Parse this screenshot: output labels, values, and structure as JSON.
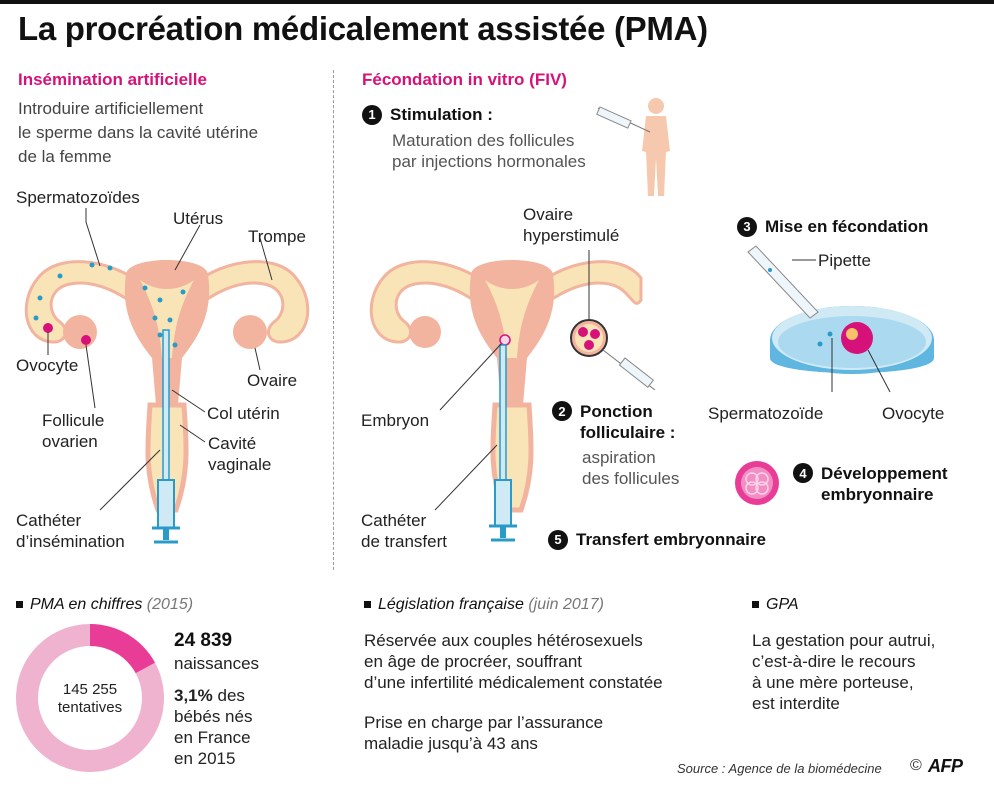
{
  "title": "La procréation médicalement assistée (PMA)",
  "colors": {
    "accent": "#d6127a",
    "uterus": "#f2b49f",
    "tube": "#f9e4b8",
    "donut_main": "#e83c97",
    "donut_rest": "#efb3cf",
    "dish": "#aad9f0"
  },
  "insemination": {
    "heading": "Insémination artificielle",
    "description": [
      "Introduire artificiellement",
      "le sperme dans la cavité utérine",
      "de la femme"
    ],
    "labels": {
      "spermatozoides": "Spermatozoïdes",
      "uterus": "Utérus",
      "trompe": "Trompe",
      "ovocyte": "Ovocyte",
      "ovaire": "Ovaire",
      "follicule": [
        "Follicule",
        "ovarien"
      ],
      "col": "Col utérin",
      "cavite": [
        "Cavité",
        "vaginale"
      ],
      "catheter": [
        "Cathéter",
        "d’insémination"
      ]
    }
  },
  "fiv": {
    "heading": "Fécondation in vitro (FIV)",
    "steps": [
      {
        "num": "1",
        "title": "Stimulation :",
        "desc": [
          "Maturation des follicules",
          "par injections hormonales"
        ]
      },
      {
        "num": "2",
        "title": [
          "Ponction",
          "folliculaire :"
        ],
        "desc": [
          "aspiration",
          "des follicules"
        ]
      },
      {
        "num": "3",
        "title": "Mise en fécondation"
      },
      {
        "num": "4",
        "title": [
          "Développement",
          "embryonnaire"
        ]
      },
      {
        "num": "5",
        "title": "Transfert embryonnaire"
      }
    ],
    "labels": {
      "ovaire_hyper": [
        "Ovaire",
        "hyperstimulé"
      ],
      "pipette": "Pipette",
      "embryon": "Embryon",
      "spermatozoide": "Spermatozoïde",
      "ovocyte": "Ovocyte",
      "catheter": [
        "Cathéter",
        "de transfert"
      ]
    }
  },
  "stats": {
    "heading": "PMA en chiffres",
    "year": "(2015)",
    "donut_center": [
      "145 255",
      "tentatives"
    ],
    "births_value": "24 839",
    "births_label": "naissances",
    "share_value": "3,1%",
    "share_rest": [
      "des",
      "bébés nés",
      "en France",
      "en 2015"
    ]
  },
  "chart_data": {
    "type": "pie",
    "title": "PMA en chiffres (2015)",
    "total": 145255,
    "total_label": "tentatives",
    "slices": [
      {
        "name": "naissances",
        "value": 24839,
        "color": "#e83c97"
      },
      {
        "name": "",
        "value": 120416,
        "color": "#efb3cf"
      }
    ]
  },
  "legislation": {
    "heading": "Législation française",
    "date": "(juin 2017)",
    "p1": [
      "Réservée aux couples hétérosexuels",
      "en âge de procréer, souffrant",
      "d’une infertilité médicalement constatée"
    ],
    "p2": [
      "Prise en charge par l’assurance",
      "maladie jusqu’à 43 ans"
    ]
  },
  "gpa": {
    "heading": "GPA",
    "text": [
      "La gestation pour autrui,",
      "c’est-à-dire le recours",
      "à une mère porteuse,",
      "est interdite"
    ]
  },
  "source": "Source : Agence de la biomédecine",
  "credit": {
    "copyright": "©",
    "logo": "AFP"
  }
}
